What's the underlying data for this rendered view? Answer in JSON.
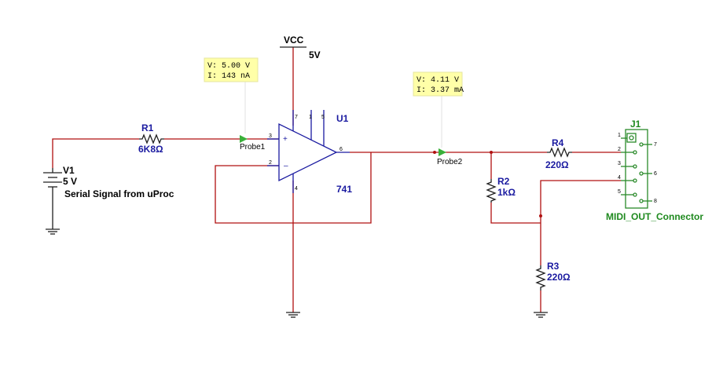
{
  "schematic": {
    "vcc": {
      "label": "VCC",
      "value": "5V"
    },
    "opamp": {
      "ref": "U1",
      "model": "741",
      "pins": {
        "in_plus": "3",
        "in_minus": "2",
        "out": "6",
        "v_plus": "7",
        "v_minus": "4",
        "offset1": "1",
        "offset2": "5"
      }
    },
    "r1": {
      "ref": "R1",
      "value": "6K8Ω"
    },
    "r2": {
      "ref": "R2",
      "value": "1kΩ"
    },
    "r3": {
      "ref": "R3",
      "value": "220Ω"
    },
    "r4": {
      "ref": "R4",
      "value": "220Ω"
    },
    "v1": {
      "ref": "V1",
      "value": "5 V",
      "description": "Serial Signal from uProc"
    },
    "probe1": {
      "name": "Probe1",
      "voltage": "V: 5.00 V",
      "current": "I: 143 nA"
    },
    "probe2": {
      "name": "Probe2",
      "voltage": "V: 4.11 V",
      "current": "I: 3.37 mA"
    },
    "connector": {
      "ref": "J1",
      "name": "MIDI_OUT_Connector",
      "left_pins": [
        "1",
        "2",
        "3",
        "4",
        "5"
      ],
      "right_pins": [
        "7",
        "6",
        "8"
      ]
    }
  }
}
